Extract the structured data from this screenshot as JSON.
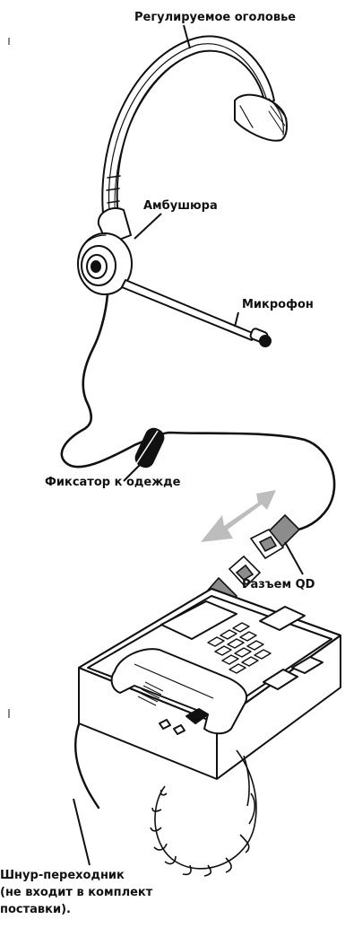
{
  "diagram": {
    "labels": {
      "headband": "Регулируемое оголовье",
      "ear_cushion": "Амбушюра",
      "microphone": "Микрофон",
      "clothing_clip": "Фиксатор к одежде",
      "qd_connector": "Разъем QD",
      "adapter_cord_line1": "Шнур-переходник",
      "adapter_cord_line2": "(не входит в комплект",
      "adapter_cord_line3": "поставки)."
    },
    "colors": {
      "line": "#111111",
      "headset_fill": "#ffffff",
      "arrow": "#bdbdbd",
      "connector": "#8c8c8c",
      "phone_base": "#ffffff"
    },
    "icons": [
      "headset-icon",
      "phone-icon",
      "double-arrow-icon",
      "qd-connector-icon",
      "clip-icon"
    ]
  }
}
